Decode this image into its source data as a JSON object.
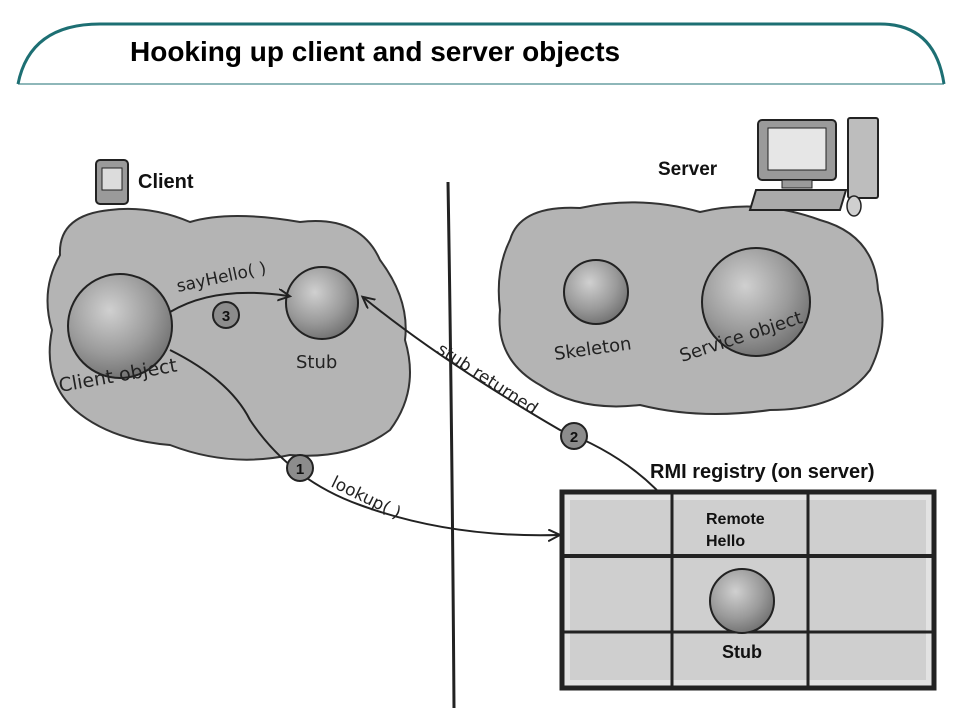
{
  "title": "Hooking up client and server objects",
  "labels": {
    "client_heading": "Client",
    "server_heading": "Server",
    "say_hello": "sayHello( )",
    "stub_client": "Stub",
    "client_object": "Client object",
    "skeleton": "Skeleton",
    "service_object": "Service object",
    "stub_returned": "stub returned",
    "lookup": "lookup( )",
    "rmi_registry": "RMI registry (on server)",
    "remote_hello": [
      "Remote",
      "Hello"
    ],
    "stub_registry": "Stub"
  },
  "steps": [
    "1",
    "2",
    "3"
  ]
}
